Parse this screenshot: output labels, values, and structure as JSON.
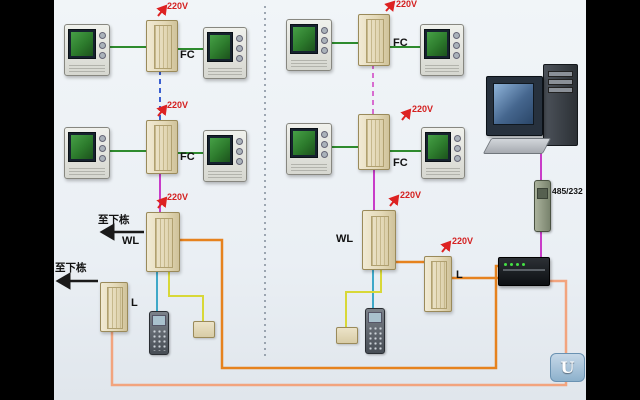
{
  "labels": {
    "power": "220V",
    "fc": "FC",
    "wl": "WL",
    "l": "L",
    "converter": "485/232",
    "to_next_building": "至下栋",
    "logo": "U"
  },
  "colors": {
    "green": "#2e8b2e",
    "magenta": "#c83cc8",
    "blue_dash": "#3a5fd0",
    "magenta_dash": "#d86cd0",
    "cyan": "#3fa8c8",
    "yellow": "#d8d838",
    "orange": "#e6821e",
    "salmon": "#f2a47e",
    "red": "#dd2222",
    "black": "#1a1a1a",
    "divider": "#7a8694"
  }
}
